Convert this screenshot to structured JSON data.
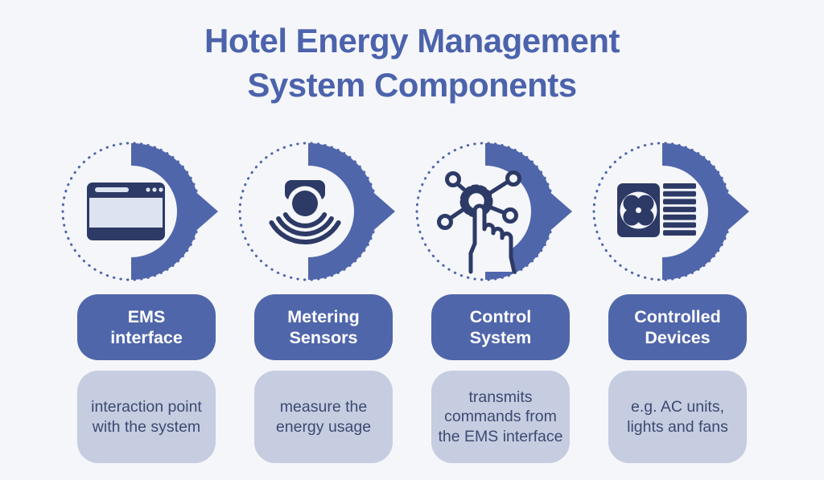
{
  "title": {
    "text": "Hotel Energy Management\nSystem Components"
  },
  "colors": {
    "background": "#f5f6fa",
    "title_text": "#4c63ac",
    "accent_blue": "#5066ab",
    "icon_navy": "#2d3a66",
    "icon_light": "#dde3f1",
    "label_text": "#ffffff",
    "description_bg": "#c6cde1",
    "description_text": "#3c4a70"
  },
  "components": [
    {
      "icon": "browser-window-icon",
      "label": "EMS\ninterface",
      "description": "interaction point with the system"
    },
    {
      "icon": "motion-sensor-icon",
      "label": "Metering\nSensors",
      "description": "measure the energy usage"
    },
    {
      "icon": "touch-gear-network-icon",
      "label": "Control\nSystem",
      "description": "transmits commands from the EMS interface"
    },
    {
      "icon": "ac-unit-fan-icon",
      "label": "Controlled\nDevices",
      "description": "e.g. AC units, lights and fans"
    }
  ]
}
